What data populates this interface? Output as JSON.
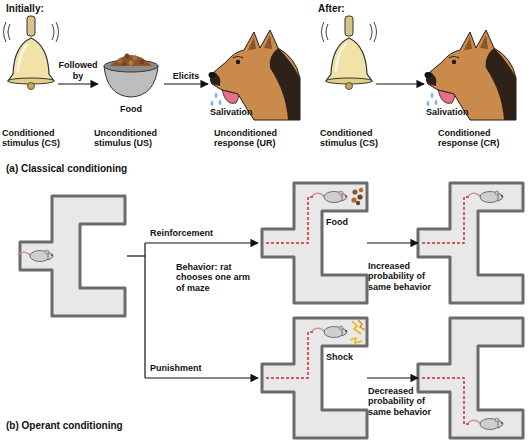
{
  "diagram": {
    "nodes": [
      {
        "text": [
          "Conditioned stimulus (CS)"
        ]
      },
      {
        "text": [
          "Food",
          "Unconditioned stimulus (US)"
        ]
      },
      {
        "text": [
          "Salivation",
          "Unconditioned response (UR)"
        ]
      },
      {
        "text": [
          "Conditioned stimulus (CS)"
        ]
      },
      {
        "text": [
          "Salivation",
          "Conditioned response (CR)"
        ]
      },
      {
        "text": [
          "Food"
        ]
      },
      {
        "text": [
          "Shock"
        ]
      },
      {
        "text": [
          "Increased probability of same behavior"
        ]
      },
      {
        "text": [
          "Decreased probability of same behavior"
        ]
      }
    ],
    "edges": [
      {
        "from": 0,
        "to": 1,
        "arrow": "to",
        "label": "Followed by"
      },
      {
        "from": 1,
        "to": 2,
        "arrow": "to",
        "label": "Elicits"
      },
      {
        "from": 3,
        "to": 4,
        "arrow": "to"
      },
      {
        "from": 5,
        "to": 7,
        "arrow": "to"
      },
      {
        "from": 6,
        "to": 8,
        "arrow": "to"
      }
    ],
    "labels": [
      "Initially:",
      "After:",
      "(a) Classical conditioning",
      "Reinforcement",
      "Behavior: rat chooses one arm of maze",
      "Punishment",
      "(b) Operant conditioning"
    ]
  }
}
